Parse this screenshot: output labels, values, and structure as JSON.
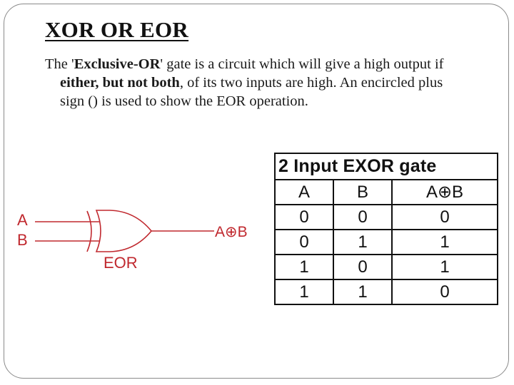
{
  "slide": {
    "title": "XOR OR EOR",
    "paragraph": {
      "prefix": "The '",
      "bold_term": "Exclusive-OR",
      "after_term": "' gate is a circuit which will give a high output if ",
      "bold_condition": "either, but not both",
      "suffix": ", of its two inputs are high.  An encircled plus sign () is used to show the EOR operation."
    }
  },
  "gate_diagram": {
    "input_a_label": "A",
    "input_b_label": "B",
    "gate_label": "EOR",
    "output_label": "A⊕B",
    "color": "#c0282e"
  },
  "truth_table": {
    "caption": "2 Input EXOR gate",
    "headers": [
      "A",
      "B",
      "A⊕B"
    ],
    "rows": [
      [
        "0",
        "0",
        "0"
      ],
      [
        "0",
        "1",
        "1"
      ],
      [
        "1",
        "0",
        "1"
      ],
      [
        "1",
        "1",
        "0"
      ]
    ]
  }
}
